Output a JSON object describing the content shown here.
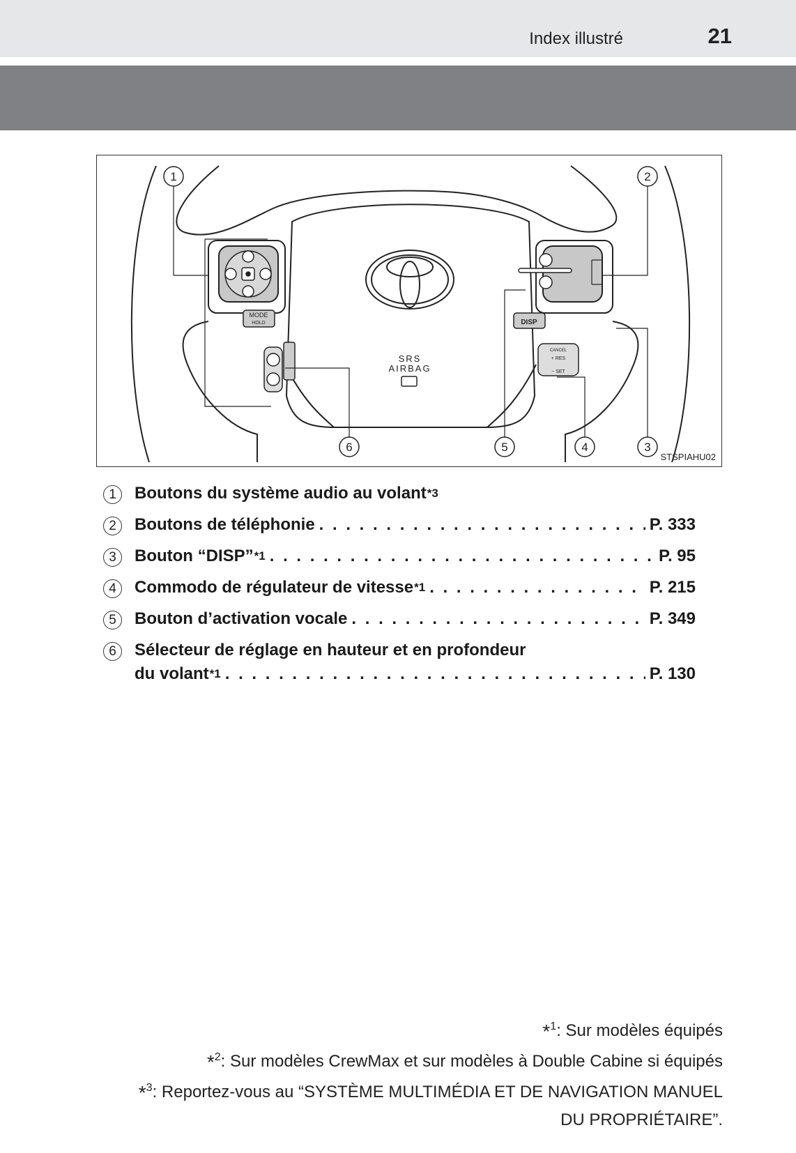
{
  "header": {
    "section": "Index illustré",
    "page_number": "21"
  },
  "figure": {
    "code": "STSPIAHU02",
    "srs_line1": "SRS",
    "srs_line2": "AIRBAG",
    "mode_label": "MODE",
    "hold_label": "HOLD",
    "disp_label": "DISP",
    "cancel_label": "CANCEL",
    "res_label": "+ RES",
    "set_label": "− SET"
  },
  "items": [
    {
      "num": "1",
      "label": "Boutons du système audio au volant",
      "sup": "*3",
      "page": ""
    },
    {
      "num": "2",
      "label": "Boutons de téléphonie",
      "sup": "",
      "page": "P. 333"
    },
    {
      "num": "3",
      "label": "Bouton “DISP”",
      "sup": "*1",
      "page": "P. 95"
    },
    {
      "num": "4",
      "label": "Commodo de régulateur de vitesse",
      "sup": "*1",
      "page": "P. 215"
    },
    {
      "num": "5",
      "label": "Bouton d’activation vocale",
      "sup": "",
      "page": "P. 349"
    },
    {
      "num": "6",
      "label": "Sélecteur de réglage en hauteur et en profondeur",
      "label2": "du volant",
      "sup": "*1",
      "page": "P. 130"
    }
  ],
  "notes": [
    {
      "star": "*",
      "num": "1",
      "text": ": Sur modèles équipés"
    },
    {
      "star": "*",
      "num": "2",
      "text": ": Sur modèles CrewMax et sur modèles à Double Cabine si équipés"
    },
    {
      "star": "*",
      "num": "3",
      "text": ": Reportez-vous au “SYSTÈME MULTIMÉDIA ET DE NAVIGATION MANUEL",
      "text2": "DU PROPRIÉTAIRE”."
    }
  ]
}
